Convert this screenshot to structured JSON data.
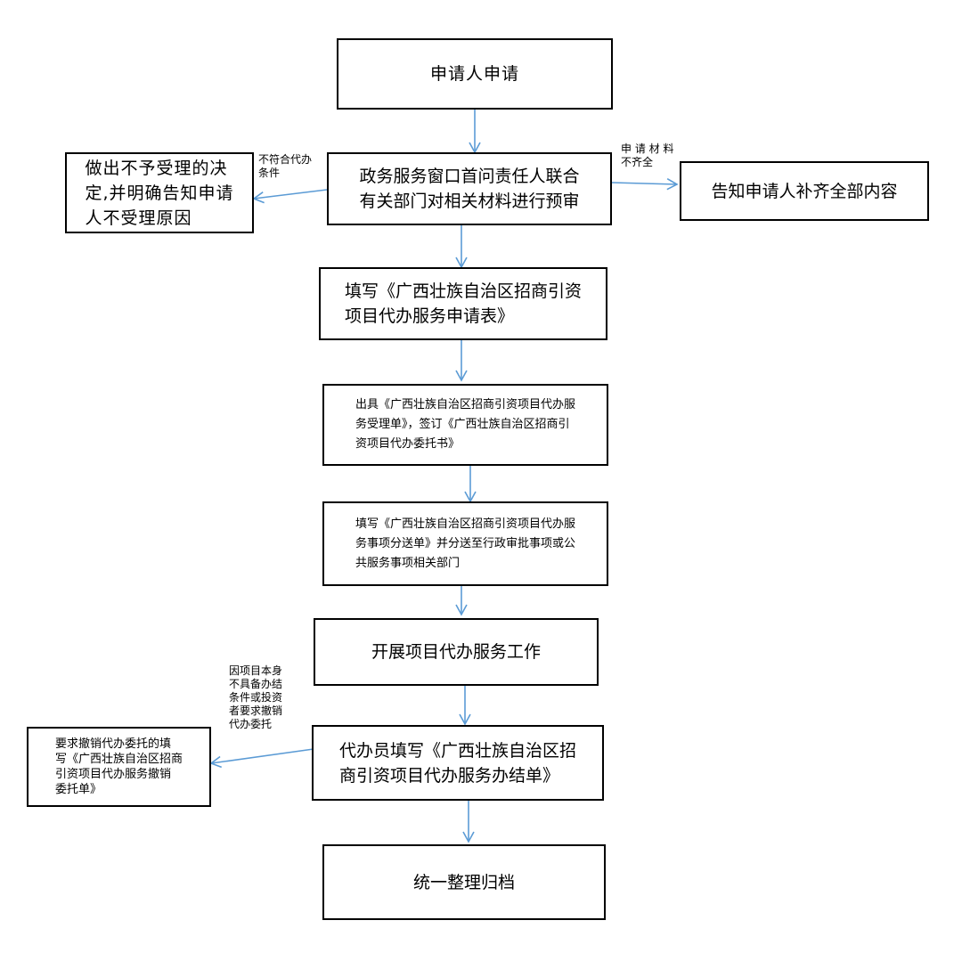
{
  "diagram": {
    "line_color": "#5b9bd5",
    "border_color": "#000000",
    "nodes": {
      "apply": "申请人申请",
      "prereview": "政务服务窗口首问责任人联合\n有关部门对相关材料进行预审",
      "reject": "做出不予受理的决\n定,并明确告知申请\n人不受理原因",
      "supplement": "告知申请人补齐全部内容",
      "fill_form": "填写《广西壮族自治区招商引资\n项目代办服务申请表》",
      "issue_receipt": "出具《广西壮族自治区招商引资项目代办服\n务受理单》，签订《广西壮族自治区招商引\n资项目代办委托书》",
      "fill_dispatch": "填写《广西壮族自治区招商引资项目代办服\n务事项分送单》并分送至行政审批事项或公\n共服务事项相关部门",
      "carry_out": "开展项目代办服务工作",
      "completion": "代办员填写《广西壮族自治区招\n商引资项目代办服务办结单》",
      "revoke": "要求撤销代办委托的填\n写《广西壮族自治区招商\n引资项目代办服务撤销\n委托单》",
      "archive": "统一整理归档"
    },
    "edge_labels": {
      "not_qualified": "不符合代办\n条件",
      "incomplete": "申 请 材 料\n不齐全",
      "revoke_reason": "因项目本身\n不具备办结\n条件或投资\n者要求撤销\n代办委托"
    }
  }
}
